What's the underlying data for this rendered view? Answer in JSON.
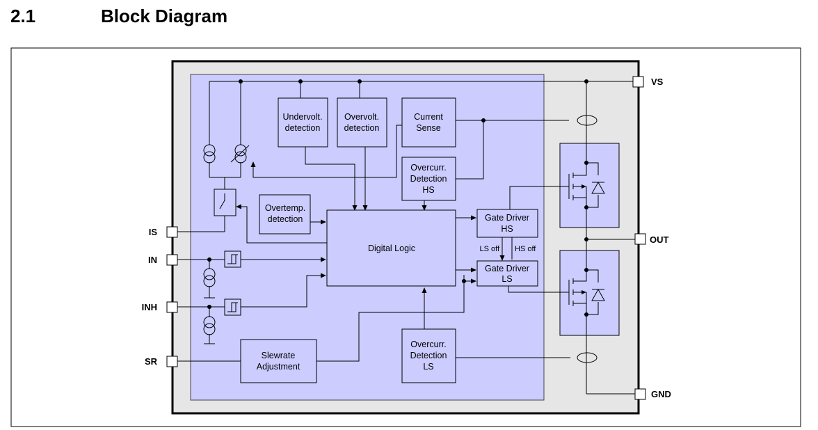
{
  "section": {
    "number": "2.1",
    "title": "Block Diagram"
  },
  "pins": {
    "vs": "VS",
    "out": "OUT",
    "gnd": "GND",
    "is": "IS",
    "in": "IN",
    "inh": "INH",
    "sr": "SR"
  },
  "blocks": {
    "undervolt": [
      "Undervolt.",
      "detection"
    ],
    "overvolt": [
      "Overvolt.",
      "detection"
    ],
    "current_sense": [
      "Current",
      "Sense"
    ],
    "overcurr_hs": [
      "Overcurr.",
      "Detection",
      "HS"
    ],
    "overtemp": [
      "Overtemp.",
      "detection"
    ],
    "digital_logic": [
      "Digital Logic"
    ],
    "gate_driver_hs": [
      "Gate Driver",
      "HS"
    ],
    "gate_driver_ls": [
      "Gate Driver",
      "LS"
    ],
    "slewrate": [
      "Slewrate",
      "Adjustment"
    ],
    "overcurr_ls": [
      "Overcurr.",
      "Detection",
      "LS"
    ]
  },
  "signals": {
    "ls_off": "LS off",
    "hs_off": "HS off"
  },
  "colors": {
    "chip_fill": "#e6e6e6",
    "logic_fill": "#ccccff",
    "line": "#000000"
  }
}
